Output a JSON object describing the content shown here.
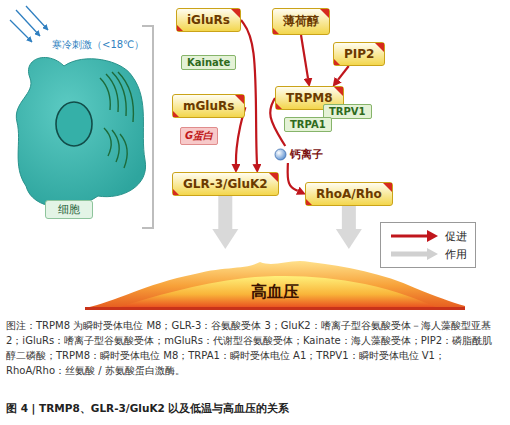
{
  "diagram": {
    "caption": "图 4 | TRMP8、GLR-3/GluK2 以及低温与高血压的关系",
    "nodes": [
      {
        "text": [
          "细胞"
        ]
      },
      {
        "text": [
          "iGluRs"
        ]
      },
      {
        "text": [
          "Kainate"
        ]
      },
      {
        "text": [
          "mGluRs"
        ]
      },
      {
        "text": [
          "G蛋白"
        ]
      },
      {
        "text": [
          "GLR-3/GluK2"
        ]
      },
      {
        "text": [
          "薄荷醇"
        ]
      },
      {
        "text": [
          "PIP2"
        ]
      },
      {
        "text": [
          "TRPM8"
        ]
      },
      {
        "text": [
          "TRPV1"
        ]
      },
      {
        "text": [
          "TRPA1"
        ]
      },
      {
        "text": [
          "钙离子"
        ]
      },
      {
        "text": [
          "RhoA/Rho"
        ]
      },
      {
        "text": [
          "高血压"
        ]
      }
    ],
    "edges": [
      {
        "from": 1,
        "to": 5,
        "arrow": "to"
      },
      {
        "from": 3,
        "to": 5,
        "arrow": "to"
      },
      {
        "from": 6,
        "to": 8,
        "arrow": "to"
      },
      {
        "from": 7,
        "to": 8,
        "arrow": "to"
      },
      {
        "from": 8,
        "to": 11,
        "arrow": "none"
      },
      {
        "from": 11,
        "to": 12,
        "arrow": "to"
      },
      {
        "from": 5,
        "to": 13,
        "arrow": "to"
      },
      {
        "from": 12,
        "to": 13,
        "arrow": "to"
      }
    ],
    "labels": [
      "寒冷刺激（<18℃）",
      "图注：TRPM8 为瞬时受体电位 M8；GLR-3：谷氨酸受体 3；GluK2：嗜离子型谷氨酸受体－海人藻酸型亚基 2；iGluRs：嗜离子型谷氨酸受体；mGluRs：代谢型谷氨酸受体；Kainate：海人藻酸受体；PIP2：磷脂酰肌醇二磷酸；TRPM8：瞬时受体电位 M8；TRPA1：瞬时受体电位 A1；TRPV1：瞬时受体电位 V1；RhoA/Rho：丝氨酸 / 苏氨酸蛋白激酶。"
    ],
    "legend": [
      {
        "text": "促进"
      },
      {
        "text": "作用"
      }
    ]
  }
}
